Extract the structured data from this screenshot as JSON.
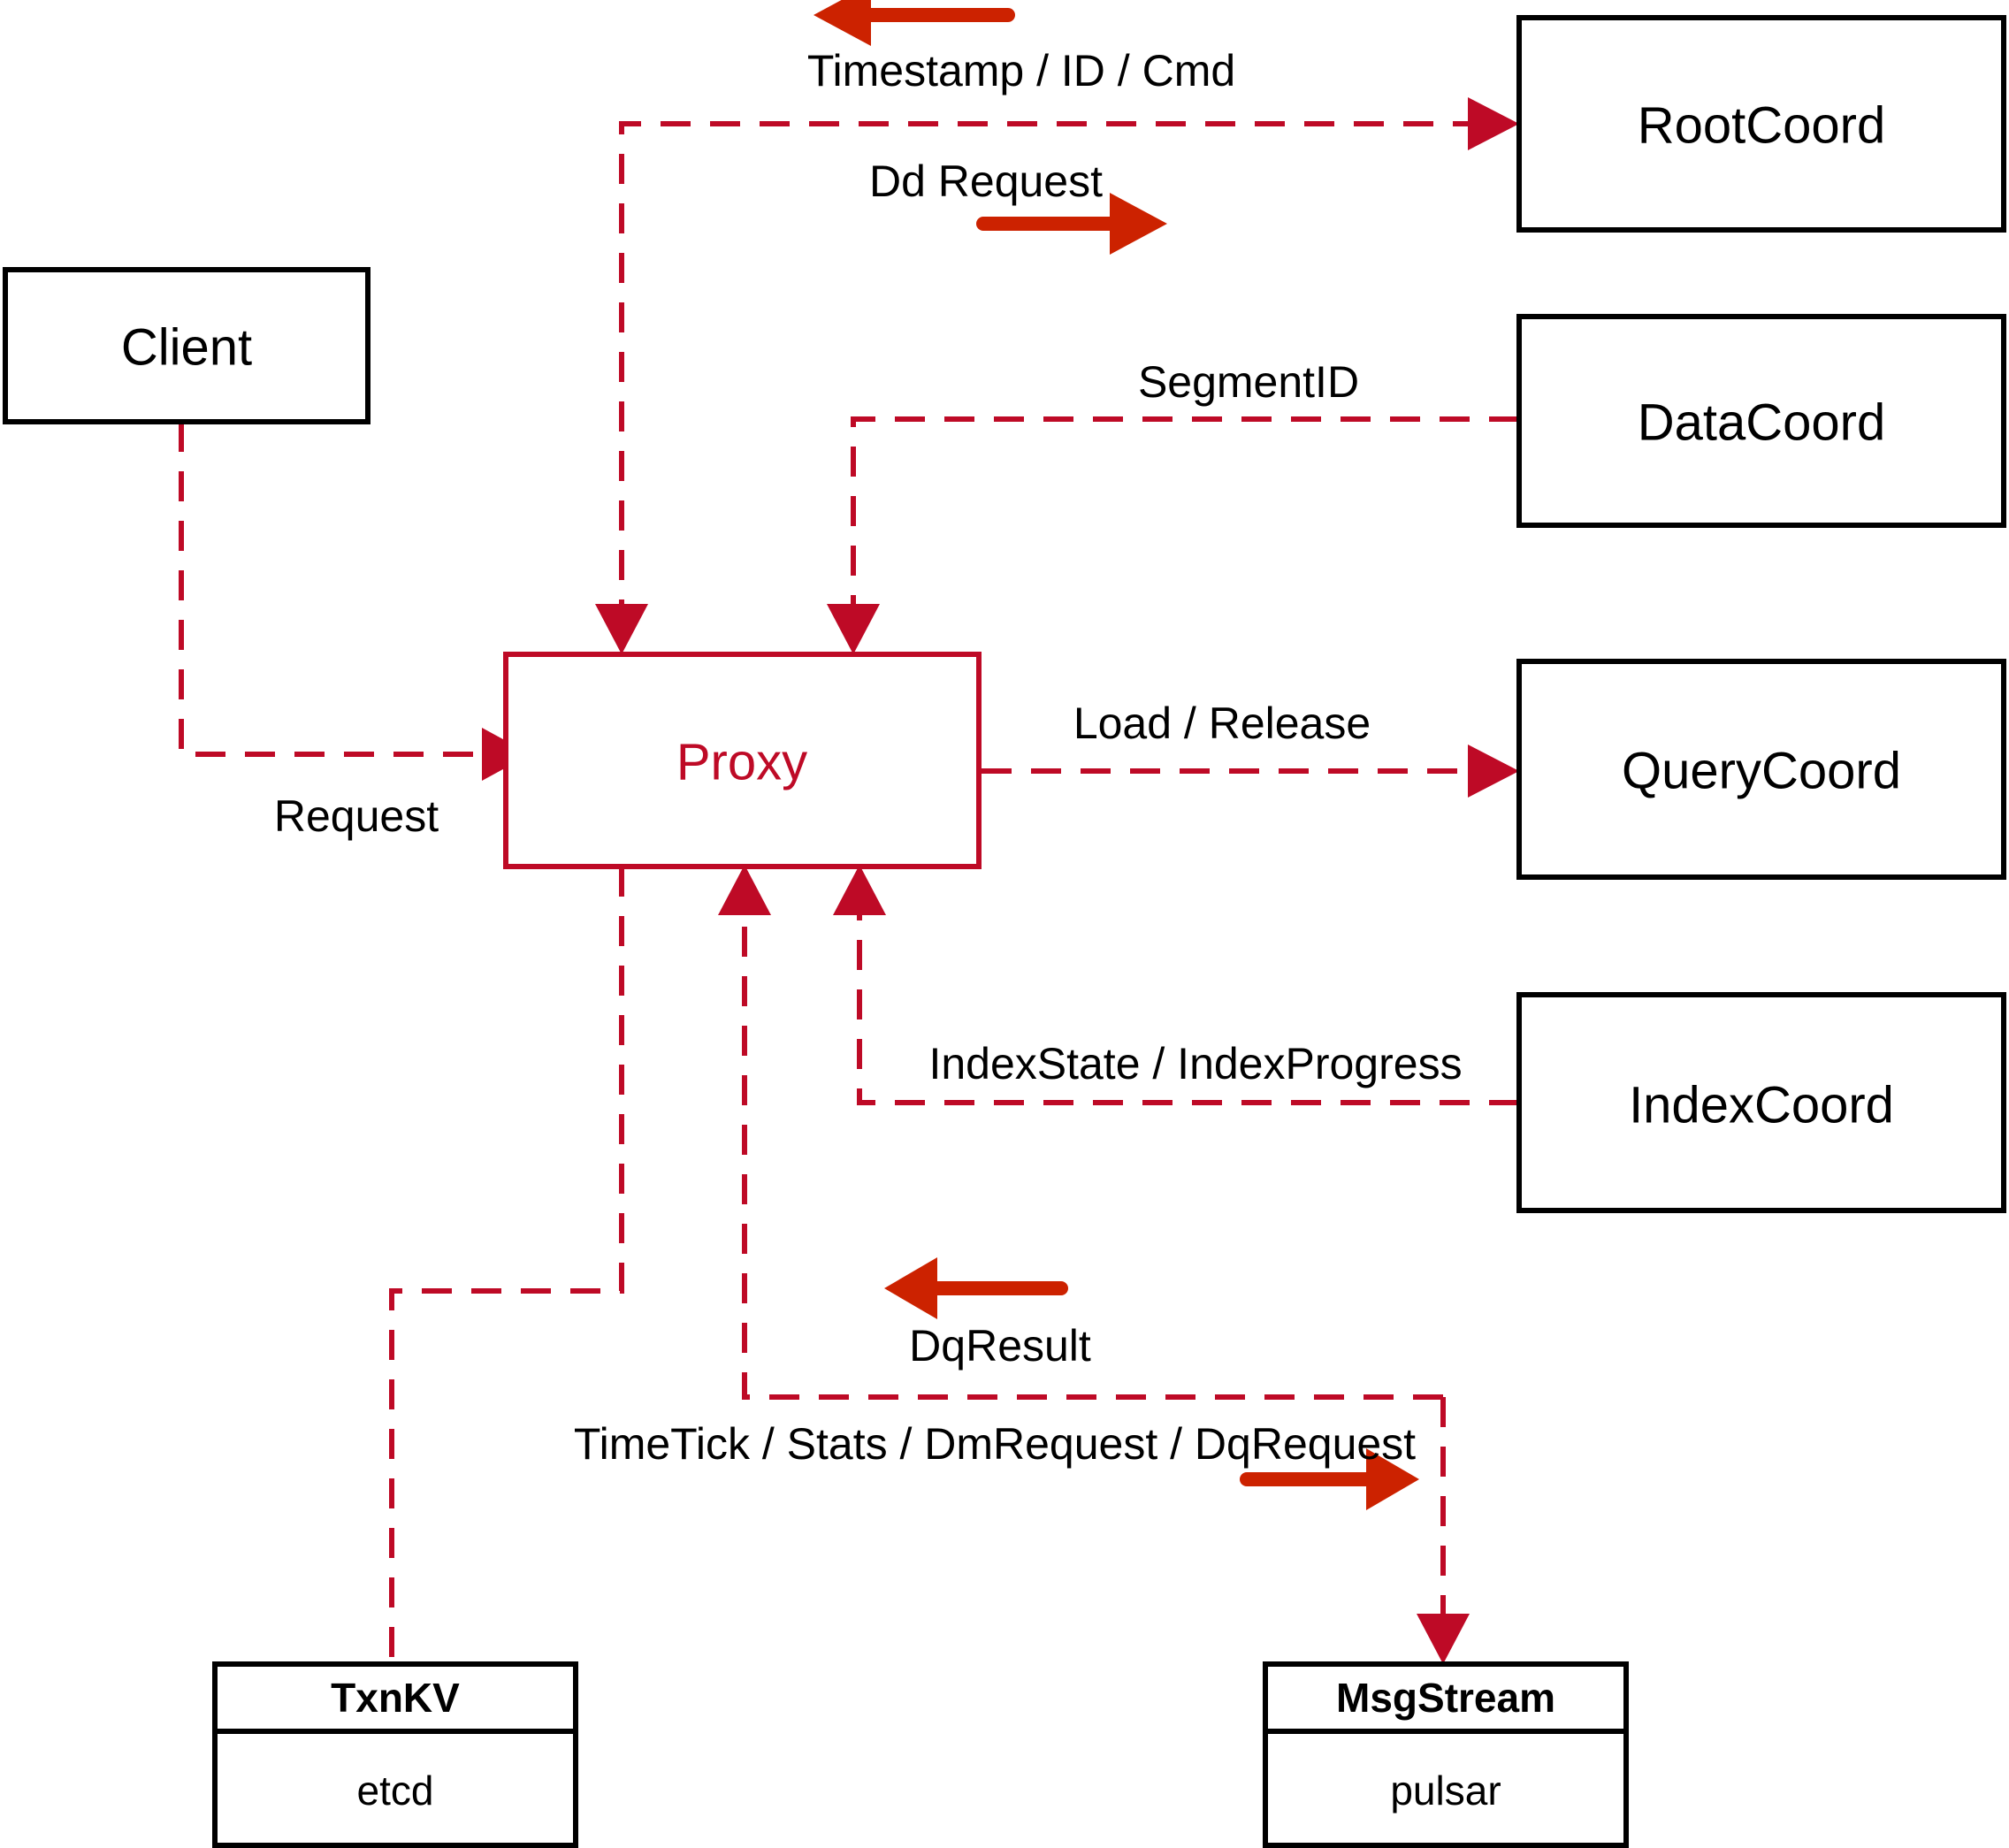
{
  "diagram": {
    "title": "Milvus Proxy Interaction Diagram",
    "colors": {
      "crimson": "#BE0A26",
      "arrow_red": "#CC2200",
      "node_stroke": "#000000",
      "background": "#FFFFFF"
    },
    "nodes": [
      {
        "id": "client",
        "label": "Client",
        "style": "black"
      },
      {
        "id": "proxy",
        "label": "Proxy",
        "style": "red"
      },
      {
        "id": "rootcoord",
        "label": "RootCoord",
        "style": "black"
      },
      {
        "id": "datacoord",
        "label": "DataCoord",
        "style": "black"
      },
      {
        "id": "querycoord",
        "label": "QueryCoord",
        "style": "black"
      },
      {
        "id": "indexcoord",
        "label": "IndexCoord",
        "style": "black"
      },
      {
        "id": "txnkv",
        "label": "TxnKV",
        "sublabel": "etcd",
        "style": "black-split"
      },
      {
        "id": "msgstream",
        "label": "MsgStream",
        "sublabel": "pulsar",
        "style": "black-split"
      }
    ],
    "edges": [
      {
        "id": "client-proxy",
        "label": "Request",
        "from": "client",
        "to": "proxy",
        "direction_marker": "none"
      },
      {
        "id": "proxy-rootcoord",
        "label": "Dd Request",
        "from": "proxy",
        "to": "rootcoord",
        "direction_marker": "right"
      },
      {
        "id": "rootcoord-proxy",
        "label": "Timestamp / ID / Cmd",
        "from": "rootcoord",
        "to": "proxy",
        "direction_marker": "left"
      },
      {
        "id": "datacoord-proxy",
        "label": "SegmentID",
        "from": "datacoord",
        "to": "proxy",
        "direction_marker": "none"
      },
      {
        "id": "proxy-querycoord",
        "label": "Load / Release",
        "from": "proxy",
        "to": "querycoord",
        "direction_marker": "none"
      },
      {
        "id": "indexcoord-proxy",
        "label": "IndexState / IndexProgress",
        "from": "indexcoord",
        "to": "proxy",
        "direction_marker": "none"
      },
      {
        "id": "msgstream-proxy",
        "label": "DqResult",
        "from": "msgstream",
        "to": "proxy",
        "direction_marker": "left"
      },
      {
        "id": "proxy-msgstream",
        "label": "TimeTick / Stats / DmRequest / DqRequest",
        "from": "proxy",
        "to": "msgstream",
        "direction_marker": "right"
      },
      {
        "id": "proxy-txnkv",
        "label": "",
        "from": "proxy",
        "to": "txnkv",
        "direction_marker": "none"
      }
    ]
  }
}
